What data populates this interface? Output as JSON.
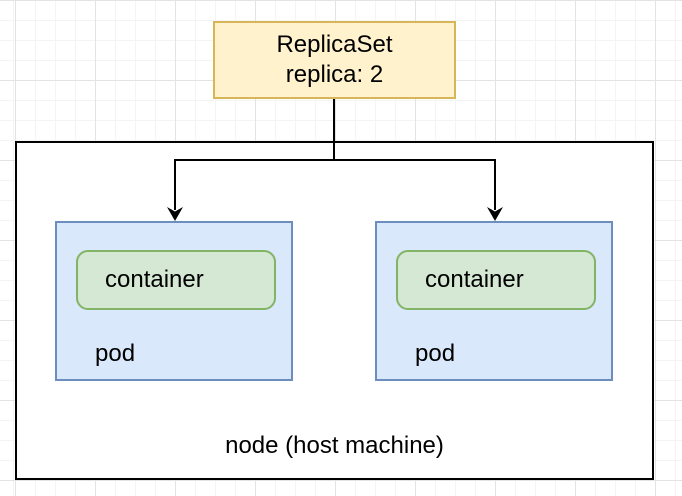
{
  "diagram": {
    "replicaset": {
      "line1": "ReplicaSet",
      "line2": "replica: 2"
    },
    "node": {
      "label": "node (host machine)"
    },
    "pods": [
      {
        "label": "pod",
        "container_label": "container"
      },
      {
        "label": "pod",
        "container_label": "container"
      }
    ],
    "icons": [
      {
        "name": "arrowhead-down-icon",
        "glyph": "▼"
      },
      {
        "name": "arrowhead-down-icon",
        "glyph": "▼"
      }
    ],
    "colors": {
      "replicaset_fill": "#fff2cc",
      "replicaset_border": "#d6b656",
      "pod_fill": "#dae8fc",
      "pod_border": "#6c8ebf",
      "container_fill": "#d5e8d4",
      "container_border": "#82b366",
      "node_fill": "#ffffff",
      "node_border": "#000000",
      "connector": "#000000",
      "grid_minor": "#f4f4f4",
      "grid_major": "#e3e3e3"
    }
  }
}
